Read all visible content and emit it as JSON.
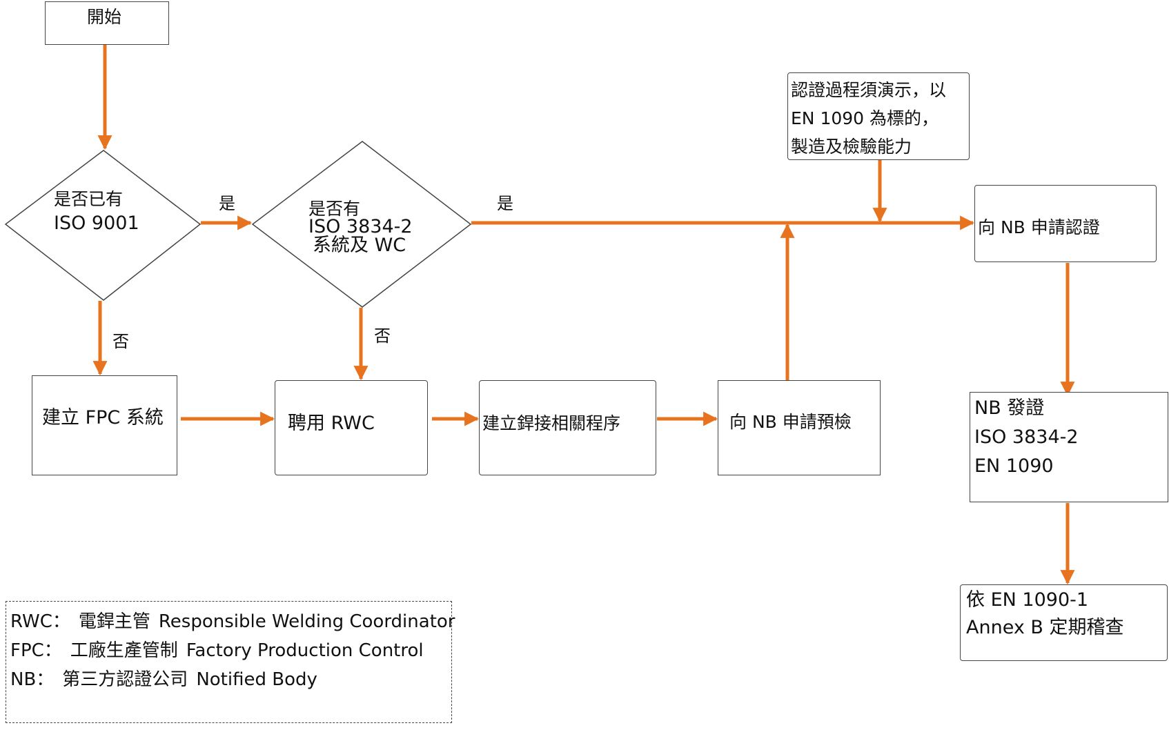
{
  "start": "開始",
  "decision1": {
    "line1": "是否已有",
    "line2": "ISO 9001"
  },
  "decision2": {
    "line1": "是否有",
    "line2": "ISO 3834-2",
    "line3": "系統及 WC"
  },
  "note": {
    "line1": "認證過程須演示，以",
    "line2": "EN 1090 為標的，",
    "line3": "製造及檢驗能力"
  },
  "labels": {
    "yes1": "是",
    "yes2": "是",
    "no1": "否",
    "no2": "否"
  },
  "steps": {
    "build_fpc": "建立 FPC 系統",
    "hire_rwc": "聘用 RWC",
    "welding_procedures": "建立銲接相關程序",
    "pre_check": "向 NB 申請預檢",
    "apply_cert": "向 NB 申請認證"
  },
  "issue": {
    "line1": "NB  發證",
    "line2": "ISO 3834-2",
    "line3": "EN 1090"
  },
  "audit": {
    "line1": "依 EN 1090-1",
    "line2": "Annex B  定期稽查"
  },
  "legend": [
    {
      "abbr": "RWC：",
      "zh": "電銲主管",
      "en": "Responsible Welding Coordinator"
    },
    {
      "abbr": "FPC：",
      "zh": "工廠生產管制",
      "en": "Factory Production Control"
    },
    {
      "abbr": "NB：",
      "zh": "第三方認證公司",
      "en": "Notified Body"
    }
  ],
  "colors": {
    "arrow": "#E8731F",
    "border": "#444444"
  }
}
